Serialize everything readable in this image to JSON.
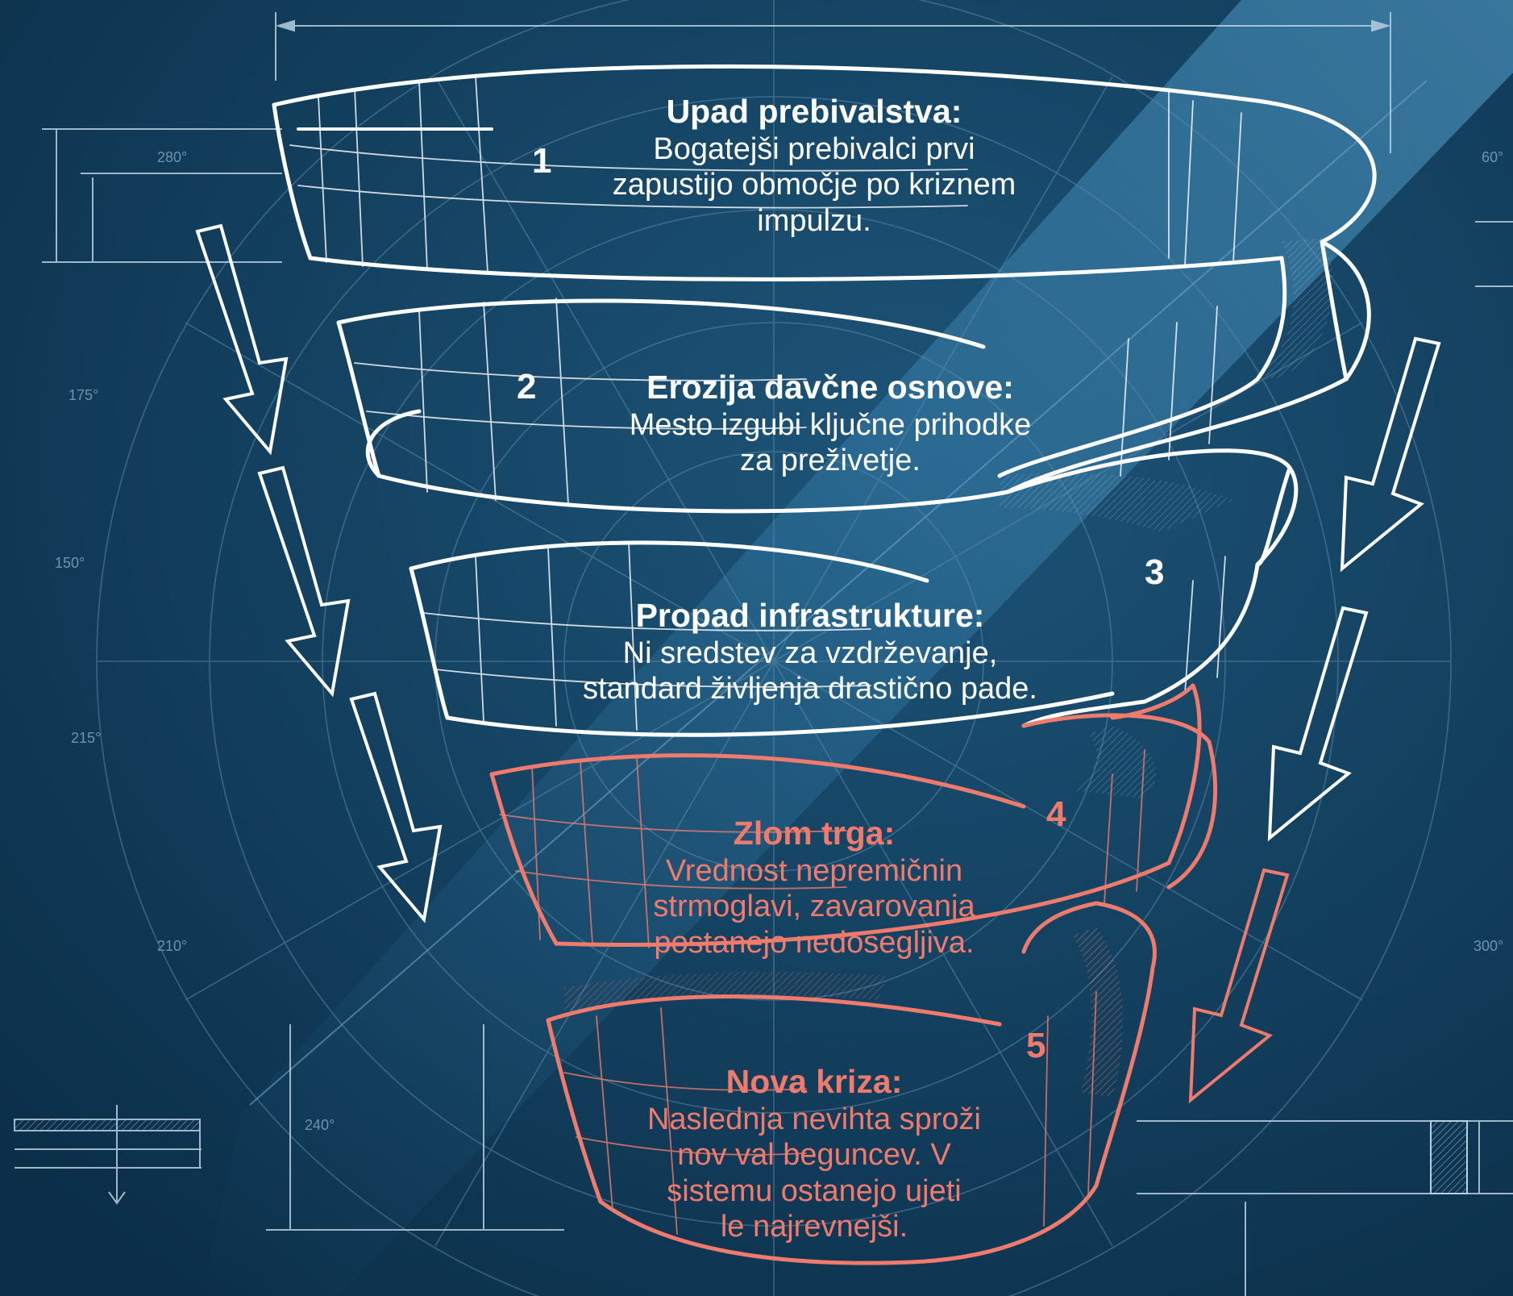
{
  "colors": {
    "background": "#0f3a58",
    "line_white": "#ffffff",
    "line_red": "#f07a6c",
    "grid": "#5d88a8"
  },
  "stages": [
    {
      "number": "1",
      "title": "Upad prebivalstva:",
      "desc": [
        "Bogatejši prebivalci prvi",
        "zapustijo območje po kriznem",
        "impulzu."
      ]
    },
    {
      "number": "2",
      "title": "Erozija davčne osnove:",
      "desc": [
        "Mesto izgubi ključne prihodke",
        "za preživetje."
      ]
    },
    {
      "number": "3",
      "title": "Propad infrastrukture:",
      "desc": [
        "Ni sredstev za vzdrževanje,",
        "standard življenja drastično pade."
      ]
    },
    {
      "number": "4",
      "title": "Zlom trga:",
      "desc": [
        "Vrednost nepremičnin",
        "strmoglavi, zavarovanja",
        "postanejo nedosegljiva."
      ]
    },
    {
      "number": "5",
      "title": "Nova kriza:",
      "desc": [
        "Naslednja nevihta sproži",
        "nov val beguncev. V",
        "sistemu ostanejo ujeti",
        "le najrevnejši."
      ]
    }
  ],
  "angle_labels": [
    "280°",
    "175°",
    "150°",
    "215°",
    "210°",
    "240°",
    "60°",
    "300°"
  ]
}
